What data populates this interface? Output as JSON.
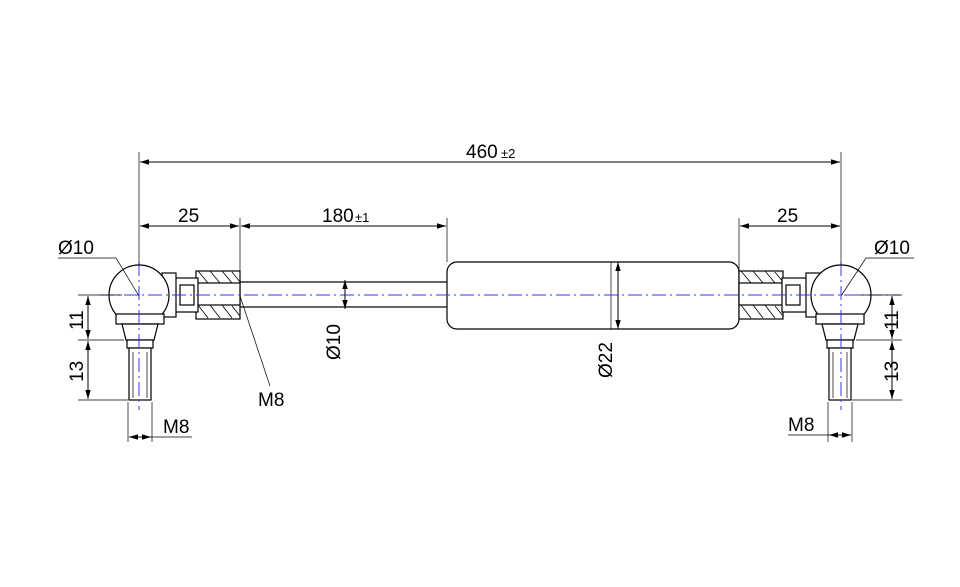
{
  "dimensions": {
    "overall_length": {
      "value": "460",
      "tolerance": "±2"
    },
    "stroke": {
      "value": "180",
      "tolerance": "±1"
    },
    "left_fitting_length": "25",
    "right_fitting_length": "25",
    "left_ball_diameter": "Ø10",
    "right_ball_diameter": "Ø10",
    "rod_diameter": "Ø10",
    "tube_diameter": "Ø22",
    "inner_thread": "M8",
    "left_stud_thread": "M8",
    "right_stud_thread": "M8",
    "left_height_upper": "11",
    "left_height_lower": "13",
    "right_height_upper": "11",
    "right_height_lower": "13"
  },
  "colors": {
    "line": "#000000",
    "axis": "#3a3af0",
    "background": "#ffffff"
  }
}
